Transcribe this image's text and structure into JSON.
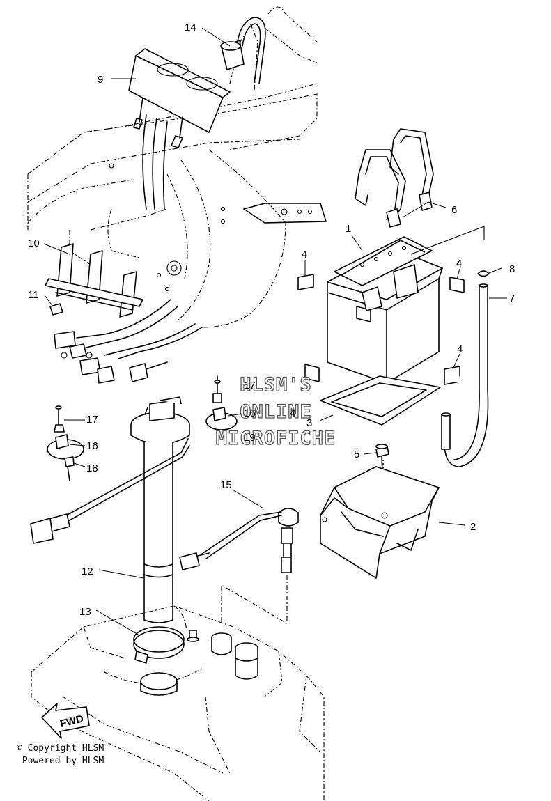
{
  "watermark": {
    "line1": "HLSM'S",
    "line2": "ONLINE",
    "line3": "MICROFICHE"
  },
  "fwd_label": "FWD",
  "callouts": {
    "c1": "1",
    "c2": "2",
    "c3": "3",
    "c4a": "4",
    "c4b": "4",
    "c4c": "4",
    "c4d": "4",
    "c5": "5",
    "c6": "6",
    "c7": "7",
    "c8": "8",
    "c9": "9",
    "c10": "10",
    "c11": "11",
    "c12": "12",
    "c13": "13",
    "c14": "14",
    "c15": "15",
    "c16a": "16",
    "c16b": "16",
    "c17a": "17",
    "c17b": "17",
    "c18": "18",
    "c19": "19"
  },
  "copyright": {
    "line1": "© Copyright HLSM",
    "line2": " Powered by HLSM"
  }
}
